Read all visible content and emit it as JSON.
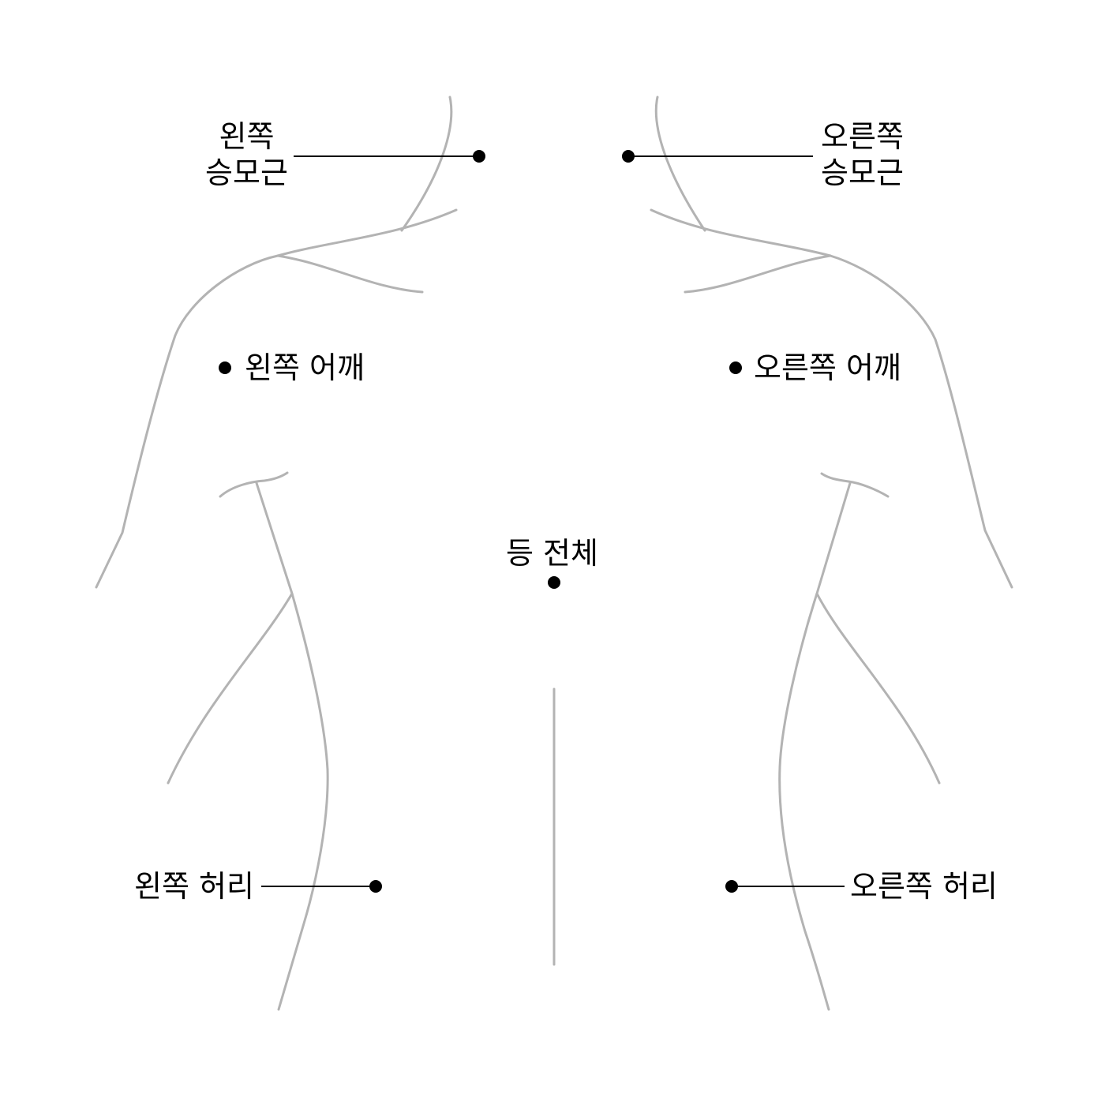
{
  "diagram": {
    "outline_color": "#b3b3b3",
    "marker_color": "#000000",
    "regions": {
      "left_trapezius": {
        "line1": "왼쪽",
        "line2": "승모근"
      },
      "right_trapezius": {
        "line1": "오른쪽",
        "line2": "승모근"
      },
      "left_shoulder": {
        "label": "왼쪽 어깨"
      },
      "right_shoulder": {
        "label": "오른쪽 어깨"
      },
      "whole_back": {
        "label": "등 전체"
      },
      "left_waist": {
        "label": "왼쪽 허리"
      },
      "right_waist": {
        "label": "오른쪽 허리"
      }
    }
  }
}
